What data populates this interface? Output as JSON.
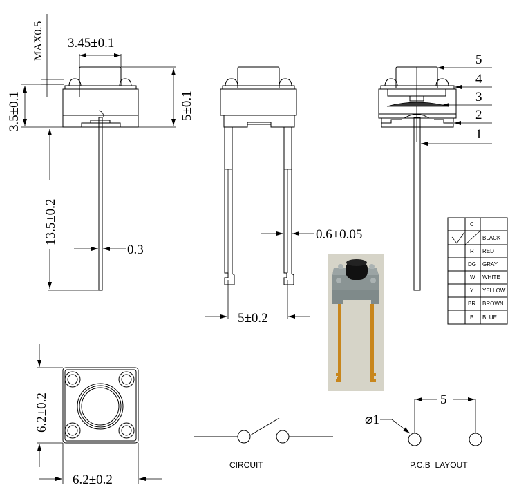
{
  "title": "Tactile switch 6.2x6.2 mm dimension drawing",
  "dimensions": {
    "cap_width": "3.45±0.1",
    "max_protrusion": "MAX0.5",
    "body_height": "3.5±0.1",
    "total_height": "5±0.1",
    "lead_length": "13.5±0.2",
    "lead_thickness": "0.3",
    "lead_width": "0.6±0.05",
    "lead_pitch": "5±0.2",
    "body_height_top": "6.2±0.2",
    "body_width_top": "6.2±0.2",
    "pcb_hole_diameter": "⌀1",
    "pcb_pitch": "5"
  },
  "parts": {
    "labels": [
      "5",
      "4",
      "3",
      "2",
      "1"
    ]
  },
  "color_table": {
    "header": "C",
    "rows": [
      {
        "check": "✓",
        "code": "",
        "color": "BLACK",
        "selected": true
      },
      {
        "check": "",
        "code": "R",
        "color": "RED"
      },
      {
        "check": "",
        "code": "DG",
        "color": "GRAY"
      },
      {
        "check": "",
        "code": "W",
        "color": "WHITE"
      },
      {
        "check": "",
        "code": "Y",
        "color": "YELLOW"
      },
      {
        "check": "",
        "code": "BR",
        "color": "BROWN"
      },
      {
        "check": "",
        "code": "B",
        "color": "BLUE"
      }
    ]
  },
  "captions": {
    "circuit": "CIRCUIT",
    "pcb_layout": "P.C.B  LAYOUT"
  },
  "photo": {
    "description": "3D render of tactile switch",
    "colors": {
      "background": "#d6d4c8",
      "body": "#7f8a8a",
      "cap": "#111111",
      "leads": "#c8861c"
    }
  }
}
